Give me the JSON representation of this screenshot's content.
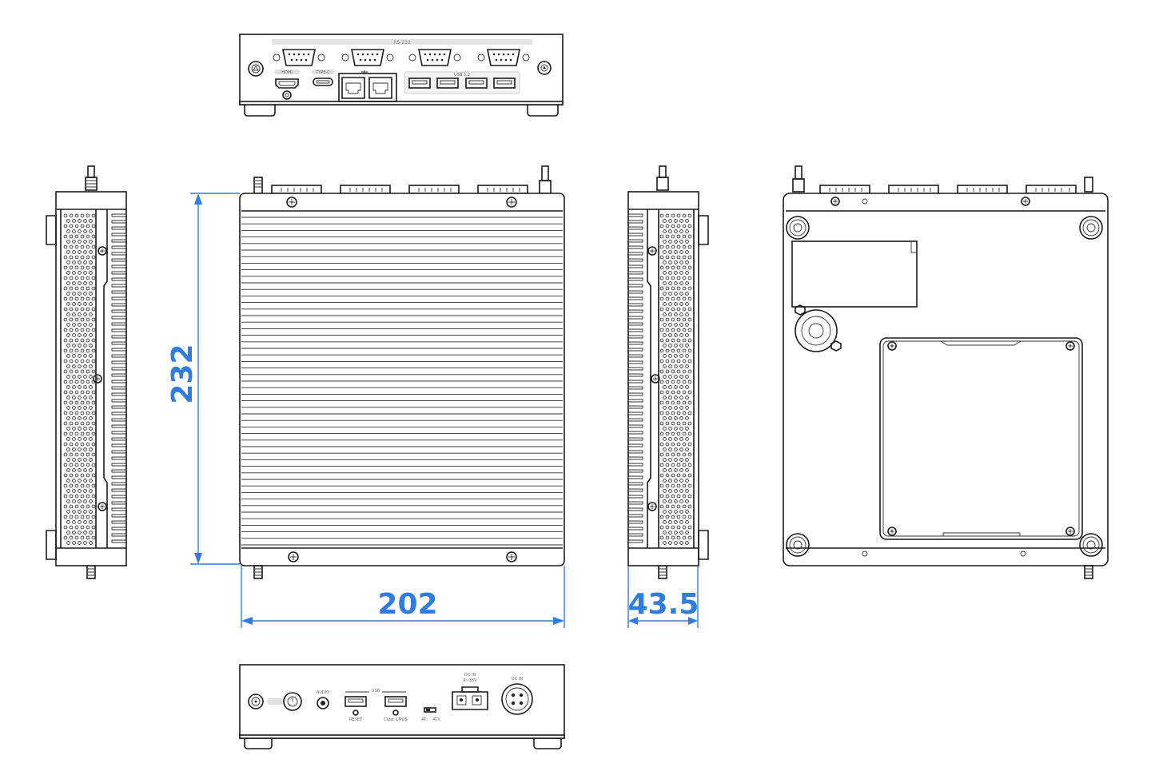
{
  "dimensions": {
    "height": "232",
    "width": "202",
    "depth": "43.5"
  },
  "rear_panel_labels": {
    "rs232": "RS-232",
    "hdmi": "HDMI",
    "typec": "TYPE-C",
    "usb": "USB 3.2"
  },
  "front_panel_labels": {
    "audio": "AUDIO",
    "usb": "USB",
    "reset": "RESET",
    "clear_cmos": "Clear CMOS",
    "at": "AT",
    "atx": "ATX",
    "dc_in": "DC IN",
    "dc_in_range": "9~36V",
    "dc_in_2": "DC IN"
  },
  "colors": {
    "dimension": "#2f7de1",
    "outline": "#1a1a1a"
  }
}
